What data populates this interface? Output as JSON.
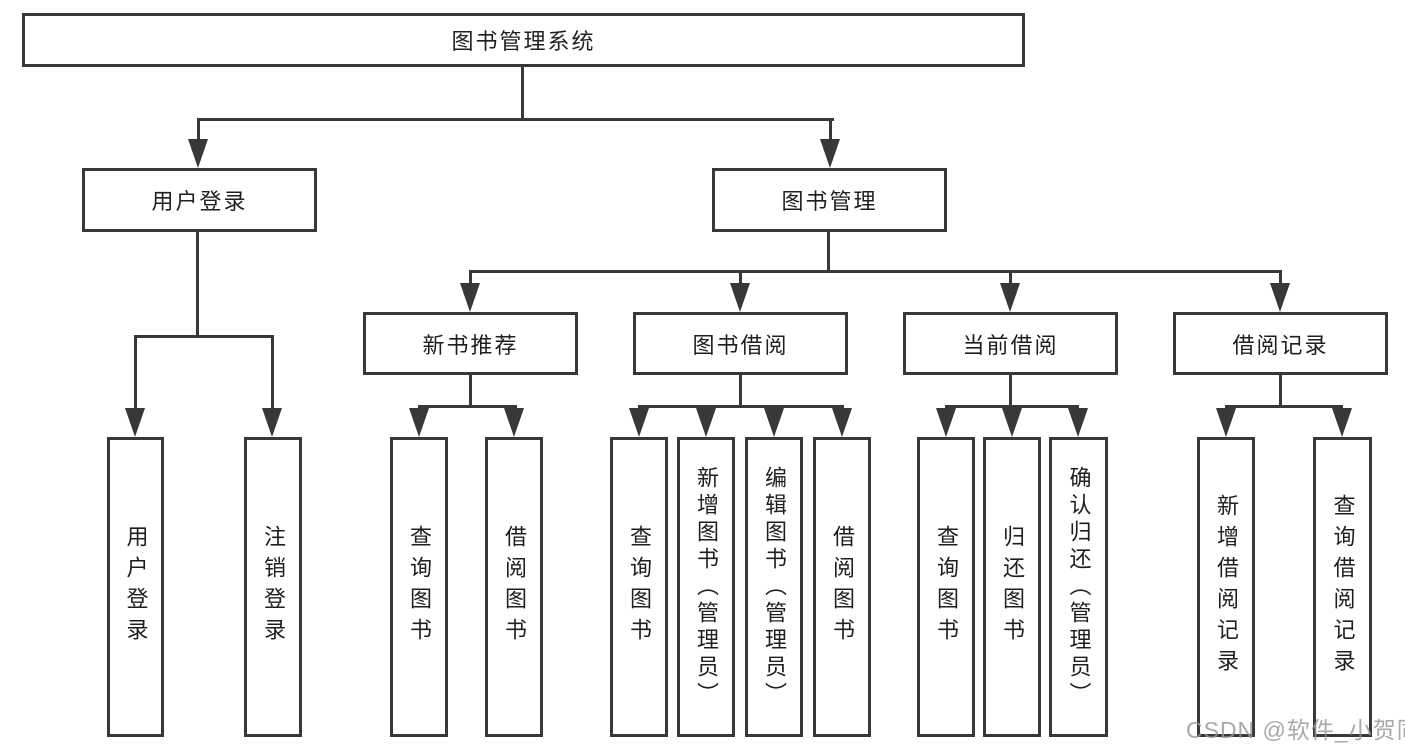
{
  "diagram": {
    "root": {
      "label": "图书管理系统"
    },
    "branches": [
      {
        "label": "用户登录",
        "children": [
          "用户登录",
          "注销登录"
        ]
      },
      {
        "label": "图书管理",
        "groups": [
          {
            "label": "新书推荐",
            "children": [
              "查询图书",
              "借阅图书"
            ]
          },
          {
            "label": "图书借阅",
            "children": [
              "查询图书",
              "新增图书（管理员）",
              "编辑图书（管理员）",
              "借阅图书"
            ]
          },
          {
            "label": "当前借阅",
            "children": [
              "查询图书",
              "归还图书",
              "确认归还（管理员）"
            ]
          },
          {
            "label": "借阅记录",
            "children": [
              "新增借阅记录",
              "查询借阅记录"
            ]
          }
        ]
      }
    ],
    "watermark": "CSDN @软件_小贺同学",
    "colors": {
      "line": "#383838",
      "text": "#1f1f1f",
      "watermark": "#969696",
      "background": "#ffffff"
    }
  }
}
